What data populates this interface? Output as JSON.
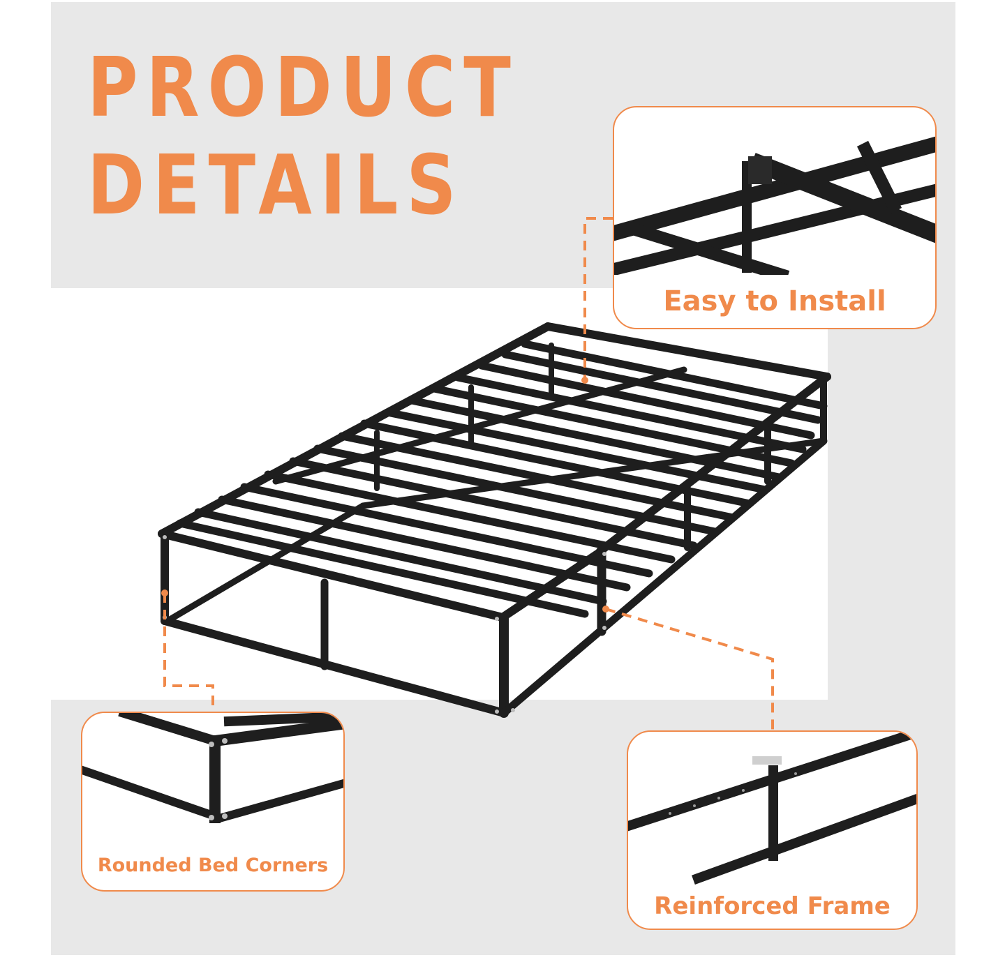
{
  "headline": {
    "line1": "PRODUCT",
    "line2": "DETAILS"
  },
  "callouts": {
    "install": "Easy to Install",
    "corners": "Rounded Bed Corners",
    "frame": "Reinforced Frame"
  },
  "colors": {
    "accent": "#f08a4b",
    "panel": "#e8e8e8",
    "metal": "#1e1e1e"
  },
  "icons": {
    "product": "metal-platform-bed-frame"
  }
}
